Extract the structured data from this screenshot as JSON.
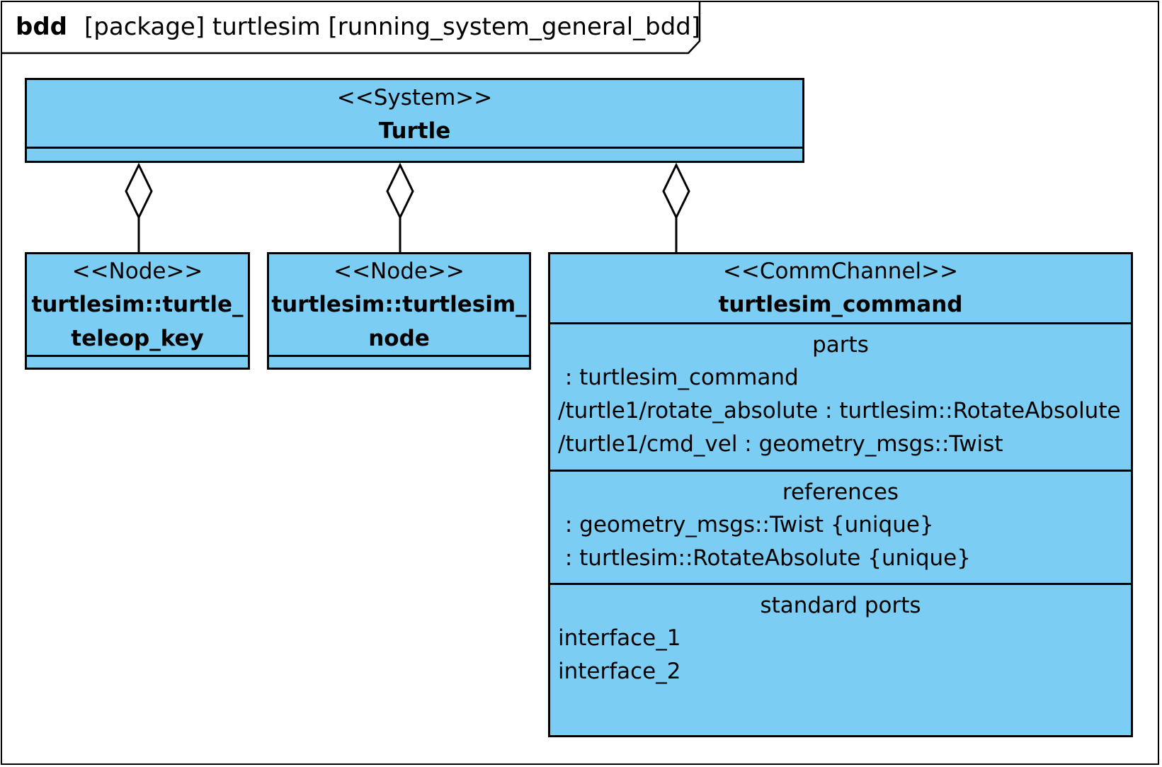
{
  "frame": {
    "kind": "bdd",
    "title": "[package] turtlesim [running_system_general_bdd]"
  },
  "colors": {
    "block_fill": "#7bcdf3",
    "stroke": "#000000",
    "background": "#ffffff"
  },
  "blocks": {
    "turtle": {
      "stereotype": "<<System>>",
      "name": "Turtle"
    },
    "teleop": {
      "stereotype": "<<Node>>",
      "name_line1": "turtlesim::turtle_",
      "name_line2": "teleop_key"
    },
    "node": {
      "stereotype": "<<Node>>",
      "name_line1": "turtlesim::turtlesim_",
      "name_line2": "node"
    },
    "command": {
      "stereotype": "<<CommChannel>>",
      "name": "turtlesim_command",
      "parts": {
        "title": "parts",
        "items": [
          " : turtlesim_command",
          "/turtle1/rotate_absolute : turtlesim::RotateAbsolute",
          "/turtle1/cmd_vel : geometry_msgs::Twist"
        ]
      },
      "references": {
        "title": "references",
        "items": [
          " : geometry_msgs::Twist {unique}",
          " : turtlesim::RotateAbsolute {unique}"
        ]
      },
      "standard_ports": {
        "title": "standard ports",
        "items": [
          "interface_1",
          "interface_2"
        ]
      }
    }
  },
  "relations": [
    {
      "type": "shared-aggregation",
      "whole": "Turtle",
      "part": "turtlesim::turtle_teleop_key"
    },
    {
      "type": "shared-aggregation",
      "whole": "Turtle",
      "part": "turtlesim::turtlesim_node"
    },
    {
      "type": "shared-aggregation",
      "whole": "Turtle",
      "part": "turtlesim_command"
    }
  ]
}
